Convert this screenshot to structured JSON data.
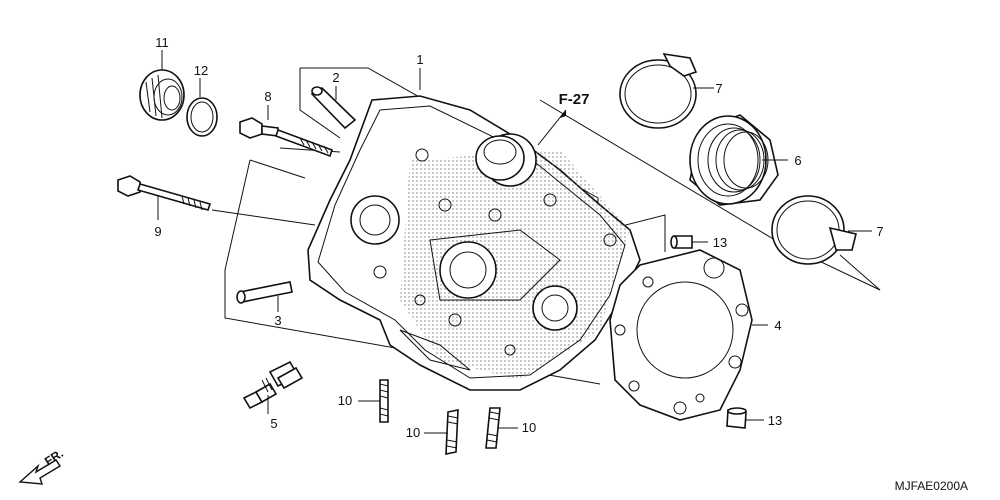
{
  "callouts": {
    "c1": "1",
    "c2": "2",
    "c3": "3",
    "c4": "4",
    "c5": "5",
    "c6": "6",
    "c7a": "7",
    "c7b": "7",
    "c8": "8",
    "c9": "9",
    "c10a": "10",
    "c10b": "10",
    "c10c": "10",
    "c11": "11",
    "c12": "12",
    "c13a": "13",
    "c13b": "13"
  },
  "reference": "F-27",
  "direction_label": "FR.",
  "diagram_code": "MJFAE0200A"
}
